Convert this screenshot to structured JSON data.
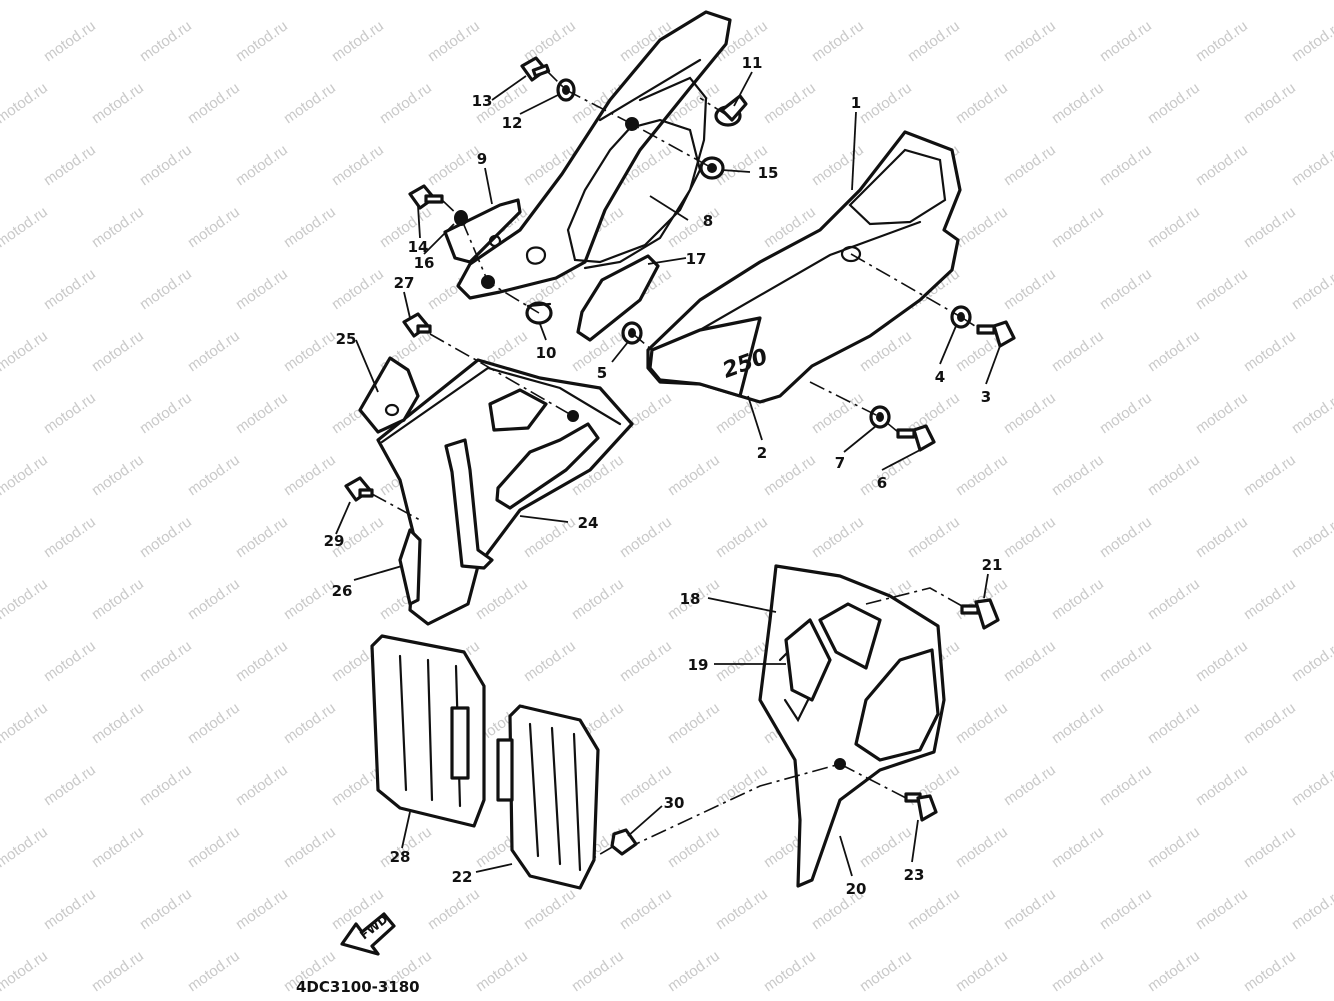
{
  "watermark": "motod.ru",
  "diagram_code": "4DC3100-3180",
  "fwd_label": "FWD",
  "side_cover_text": "250",
  "callouts": [
    "1",
    "2",
    "3",
    "4",
    "5",
    "6",
    "7",
    "8",
    "9",
    "10",
    "11",
    "12",
    "13",
    "14",
    "15",
    "16",
    "17",
    "18",
    "19",
    "20",
    "21",
    "22",
    "23",
    "24",
    "25",
    "26",
    "27",
    "28",
    "29",
    "30"
  ]
}
